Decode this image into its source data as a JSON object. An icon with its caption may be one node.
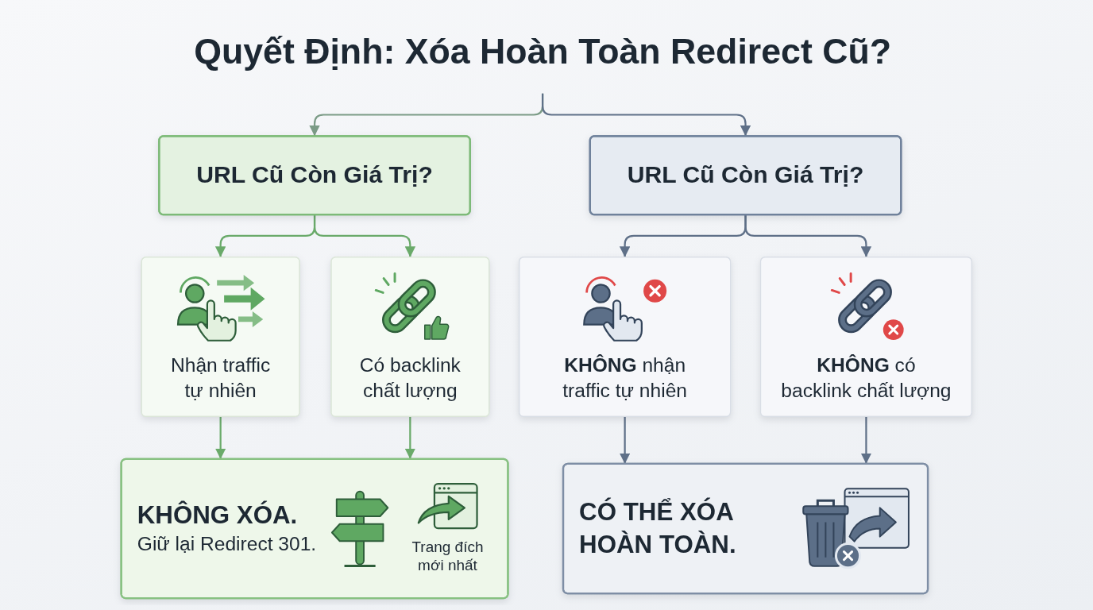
{
  "diagram": {
    "nodes": [
      {
        "text": [
          "Quyết Định: Xóa Hoàn Toàn Redirect Cũ?"
        ]
      },
      {
        "text": [
          "URL Cũ Còn Giá Trị?"
        ]
      },
      {
        "text": [
          "URL Cũ Còn Giá Trị?"
        ]
      },
      {
        "text": [
          "Nhận traffic tự nhiên"
        ]
      },
      {
        "text": [
          "Có backlink chất lượng"
        ]
      },
      {
        "text": [
          "**KHÔNG** nhận traffic tự nhiên"
        ]
      },
      {
        "text": [
          "**KHÔNG** có backlink chất lượng"
        ]
      },
      {
        "text": [
          "KHÔNG XÓA.",
          "Giữ lại Redirect 301.",
          "Trang đích mới nhất"
        ]
      },
      {
        "text": [
          "CÓ THỂ XÓA HOÀN TOÀN."
        ]
      }
    ],
    "edges": [
      {
        "from": 0,
        "to": 1,
        "arrow": "to",
        "color": "#7b9b86"
      },
      {
        "from": 0,
        "to": 2,
        "arrow": "to",
        "color": "#5f7088"
      },
      {
        "from": 1,
        "to": 3,
        "arrow": "to",
        "color": "#6aaa6a"
      },
      {
        "from": 1,
        "to": 4,
        "arrow": "to",
        "color": "#6aaa6a"
      },
      {
        "from": 2,
        "to": 5,
        "arrow": "to",
        "color": "#5f7088"
      },
      {
        "from": 2,
        "to": 6,
        "arrow": "to",
        "color": "#5f7088"
      },
      {
        "from": 3,
        "to": 7,
        "arrow": "to",
        "color": "#6aaa6a"
      },
      {
        "from": 4,
        "to": 7,
        "arrow": "to",
        "color": "#6aaa6a"
      },
      {
        "from": 5,
        "to": 8,
        "arrow": "to",
        "color": "#5f7088"
      },
      {
        "from": 6,
        "to": 8,
        "arrow": "to",
        "color": "#5f7088"
      }
    ]
  }
}
